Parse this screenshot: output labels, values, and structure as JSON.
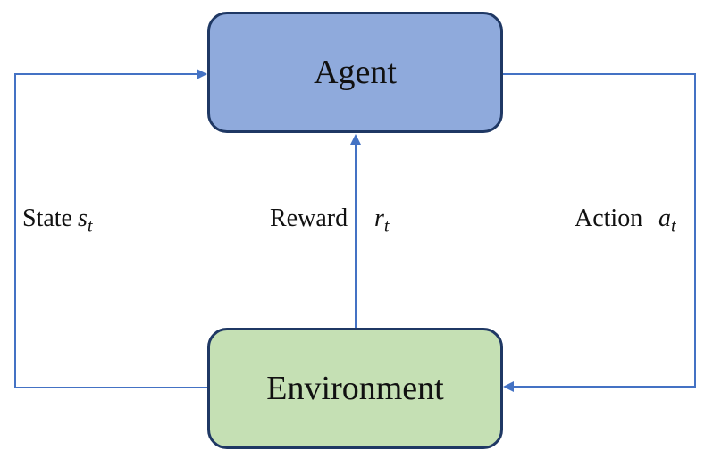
{
  "diagram": {
    "type": "reinforcement-learning-loop",
    "nodes": {
      "agent": {
        "label": "Agent",
        "fill": "#8faadc",
        "border": "#1f3864"
      },
      "environment": {
        "label": "Environment",
        "fill": "#c5e0b4",
        "border": "#1f3864"
      }
    },
    "edges": {
      "state": {
        "label": "State",
        "symbol": "s",
        "subscript": "t",
        "from": "environment",
        "to": "agent"
      },
      "reward": {
        "label": "Reward",
        "symbol": "r",
        "subscript": "t",
        "from": "environment",
        "to": "agent"
      },
      "action": {
        "label": "Action",
        "symbol": "a",
        "subscript": "t",
        "from": "agent",
        "to": "environment"
      }
    },
    "colors": {
      "arrow": "#4472c4",
      "text": "#111111",
      "background": "#ffffff"
    }
  }
}
